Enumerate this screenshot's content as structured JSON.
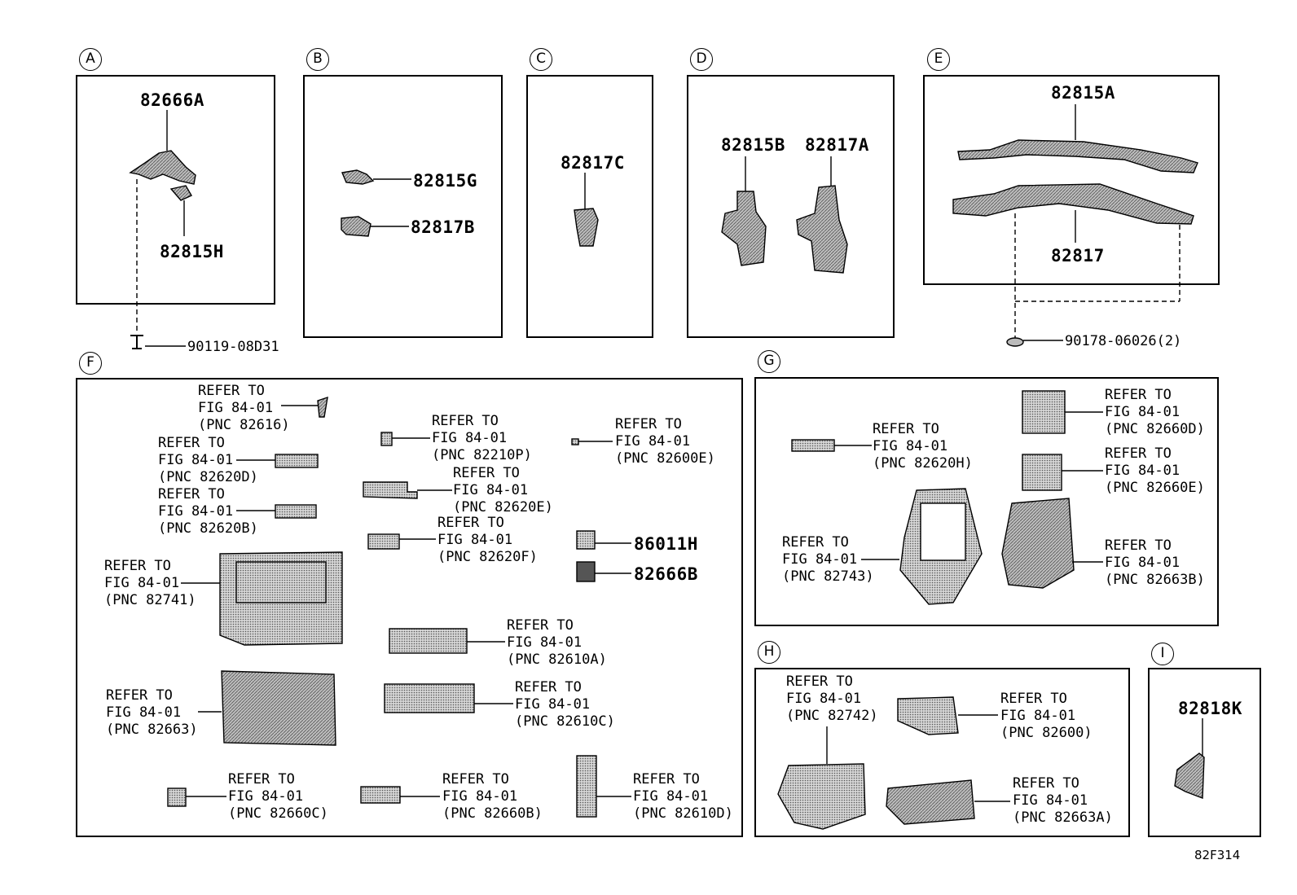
{
  "sections": [
    {
      "letter": "A"
    },
    {
      "letter": "B"
    },
    {
      "letter": "C"
    },
    {
      "letter": "D"
    },
    {
      "letter": "E"
    },
    {
      "letter": "F"
    },
    {
      "letter": "G"
    },
    {
      "letter": "H"
    },
    {
      "letter": "I"
    }
  ],
  "parts": {
    "p82666A": "82666A",
    "p82815H": "82815H",
    "p90119": "90119-08D31",
    "p82815G": "82815G",
    "p82817B": "82817B",
    "p82817C": "82817C",
    "p82815B": "82815B",
    "p82817A": "82817A",
    "p82815A": "82815A",
    "p82817": "82817",
    "p90178": "90178-06026(2)",
    "p86011H": "86011H",
    "p82666B": "82666B",
    "p82818K": "82818K"
  },
  "refer": {
    "line1": "REFER TO",
    "line2": "FIG 84-01"
  },
  "refs": {
    "r82616": "(PNC 82616)",
    "r82620D": "(PNC 82620D)",
    "r82620B": "(PNC 82620B)",
    "r82741": "(PNC 82741)",
    "r82663": "(PNC 82663)",
    "r82660C": "(PNC 82660C)",
    "r82210P": "(PNC 82210P)",
    "r82620E": "(PNC 82620E)",
    "r82620F": "(PNC 82620F)",
    "r82600E": "(PNC 82600E)",
    "r82610A": "(PNC 82610A)",
    "r82610C": "(PNC 82610C)",
    "r82660B": "(PNC 82660B)",
    "r82610D": "(PNC 82610D)",
    "r82620H": "(PNC 82620H)",
    "r82660D": "(PNC 82660D)",
    "r82660E": "(PNC 82660E)",
    "r82743": "(PNC 82743)",
    "r82663B": "(PNC 82663B)",
    "r82742": "(PNC 82742)",
    "r82600": "(PNC 82600)",
    "r82663A": "(PNC 82663A)"
  },
  "figure_code": "82F314"
}
